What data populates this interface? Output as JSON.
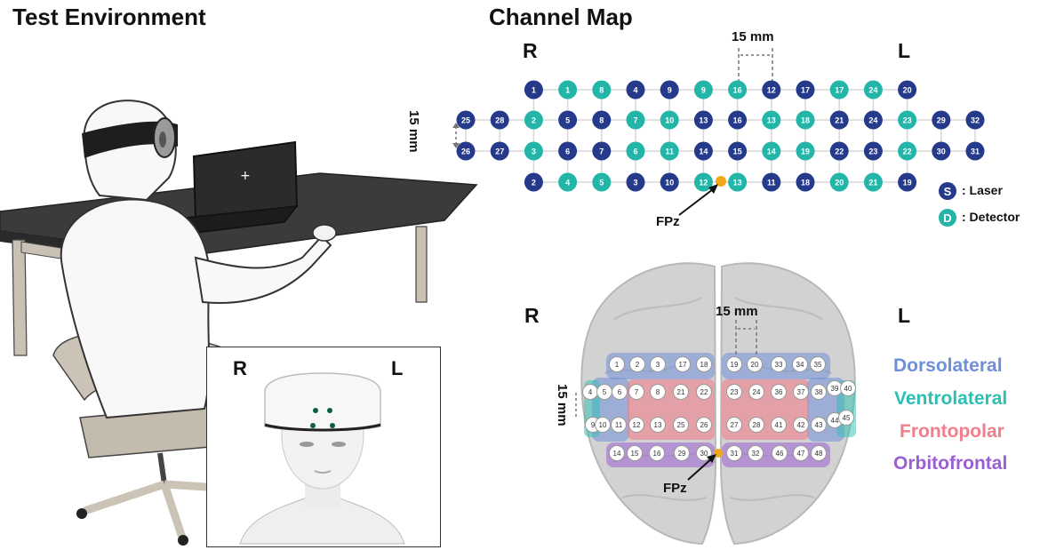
{
  "titles": {
    "left": "Test Environment",
    "right": "Channel Map"
  },
  "inset": {
    "right_label": "R",
    "left_label": "L"
  },
  "channel_map": {
    "right_label": "R",
    "left_label": "L",
    "spacing_h": "15 mm",
    "spacing_v": "15 mm",
    "fpz": "FPz",
    "legend_s_letter": "S",
    "legend_d_letter": "D",
    "legend_laser": ": Laser",
    "legend_detector": ": Detector",
    "colors": {
      "laser": "#253a8a",
      "detector": "#22b5a8",
      "fpz": "#f3a81b"
    },
    "rows": [
      [
        {
          "n": "1",
          "t": "S"
        },
        {
          "n": "1",
          "t": "D"
        },
        {
          "n": "8",
          "t": "D"
        },
        {
          "n": "4",
          "t": "S"
        },
        {
          "n": "9",
          "t": "S"
        },
        {
          "n": "9",
          "t": "D"
        },
        {
          "n": "16",
          "t": "D"
        },
        {
          "n": "12",
          "t": "S"
        },
        {
          "n": "17",
          "t": "S"
        },
        {
          "n": "17",
          "t": "D"
        },
        {
          "n": "24",
          "t": "D"
        },
        {
          "n": "20",
          "t": "S"
        }
      ],
      [
        {
          "n": "25",
          "t": "S"
        },
        {
          "n": "28",
          "t": "S"
        },
        {
          "n": "2",
          "t": "D"
        },
        {
          "n": "5",
          "t": "S"
        },
        {
          "n": "8",
          "t": "S"
        },
        {
          "n": "7",
          "t": "D"
        },
        {
          "n": "10",
          "t": "D"
        },
        {
          "n": "13",
          "t": "S"
        },
        {
          "n": "16",
          "t": "S"
        },
        {
          "n": "13",
          "t": "D"
        },
        {
          "n": "18",
          "t": "D"
        },
        {
          "n": "21",
          "t": "S"
        },
        {
          "n": "24",
          "t": "S"
        },
        {
          "n": "23",
          "t": "D"
        },
        {
          "n": "29",
          "t": "S"
        },
        {
          "n": "32",
          "t": "S"
        }
      ],
      [
        {
          "n": "26",
          "t": "S"
        },
        {
          "n": "27",
          "t": "S"
        },
        {
          "n": "3",
          "t": "D"
        },
        {
          "n": "6",
          "t": "S"
        },
        {
          "n": "7",
          "t": "S"
        },
        {
          "n": "6",
          "t": "D"
        },
        {
          "n": "11",
          "t": "D"
        },
        {
          "n": "14",
          "t": "S"
        },
        {
          "n": "15",
          "t": "S"
        },
        {
          "n": "14",
          "t": "D"
        },
        {
          "n": "19",
          "t": "D"
        },
        {
          "n": "22",
          "t": "S"
        },
        {
          "n": "23",
          "t": "S"
        },
        {
          "n": "22",
          "t": "D"
        },
        {
          "n": "30",
          "t": "S"
        },
        {
          "n": "31",
          "t": "S"
        }
      ],
      [
        {
          "n": "2",
          "t": "S"
        },
        {
          "n": "4",
          "t": "D"
        },
        {
          "n": "5",
          "t": "D"
        },
        {
          "n": "3",
          "t": "S"
        },
        {
          "n": "10",
          "t": "S"
        },
        {
          "n": "12",
          "t": "D"
        },
        {
          "n": "13",
          "t": "D"
        },
        {
          "n": "11",
          "t": "S"
        },
        {
          "n": "18",
          "t": "S"
        },
        {
          "n": "20",
          "t": "D"
        },
        {
          "n": "21",
          "t": "D"
        },
        {
          "n": "19",
          "t": "S"
        }
      ]
    ]
  },
  "brain_map": {
    "right_label": "R",
    "left_label": "L",
    "spacing_h": "15 mm",
    "spacing_v": "15 mm",
    "fpz": "FPz",
    "regions": [
      {
        "name": "Dorsolateral",
        "color": "#6f8fd8"
      },
      {
        "name": "Ventrolateral",
        "color": "#2cc0b4"
      },
      {
        "name": "Frontopolar",
        "color": "#ef7f8a"
      },
      {
        "name": "Orbitofrontal",
        "color": "#9a5fd3"
      }
    ],
    "rows": [
      [
        "1",
        "2",
        "3",
        "17",
        "18",
        "19",
        "20",
        "33",
        "34",
        "35"
      ],
      [
        "4",
        "5",
        "6",
        "7",
        "8",
        "21",
        "22",
        "23",
        "24",
        "36",
        "37",
        "38",
        "39",
        "40"
      ],
      [
        "9",
        "10",
        "11",
        "12",
        "13",
        "25",
        "26",
        "27",
        "28",
        "41",
        "42",
        "43",
        "44",
        "45"
      ],
      [
        "14",
        "15",
        "16",
        "29",
        "30",
        "31",
        "32",
        "46",
        "47",
        "48"
      ]
    ]
  }
}
